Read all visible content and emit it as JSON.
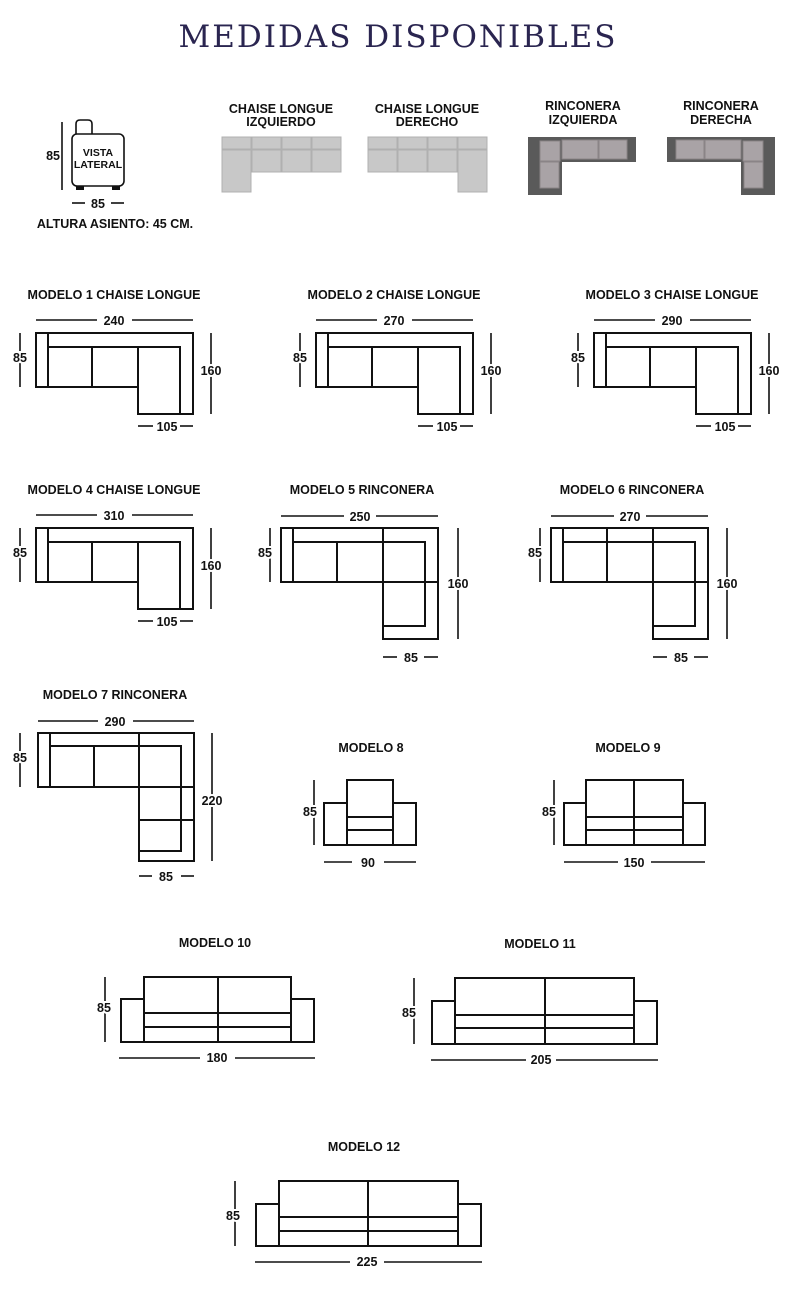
{
  "title": "MEDIDAS DISPONIBLES",
  "side_view": {
    "label_line1": "VISTA",
    "label_line2": "LATERAL",
    "height": "85",
    "depth": "85",
    "seat_height": "ALTURA ASIENTO: 45 CM."
  },
  "configs": [
    {
      "line1": "CHAISE LONGUE",
      "line2": "IZQUIERDO"
    },
    {
      "line1": "CHAISE LONGUE",
      "line2": "DERECHO"
    },
    {
      "line1": "RINCONERA",
      "line2": "IZQUIERDA"
    },
    {
      "line1": "RINCONERA",
      "line2": "DERECHA"
    }
  ],
  "models": [
    {
      "name": "MODELO 1 CHAISE LONGUE",
      "width": "240",
      "depth": "85",
      "length": "160",
      "chaise": "105"
    },
    {
      "name": "MODELO 2 CHAISE LONGUE",
      "width": "270",
      "depth": "85",
      "length": "160",
      "chaise": "105"
    },
    {
      "name": "MODELO 3 CHAISE LONGUE",
      "width": "290",
      "depth": "85",
      "length": "160",
      "chaise": "105"
    },
    {
      "name": "MODELO 4 CHAISE LONGUE",
      "width": "310",
      "depth": "85",
      "length": "160",
      "chaise": "105"
    },
    {
      "name": "MODELO 5 RINCONERA",
      "width": "250",
      "depth": "85",
      "length": "160",
      "chaise": "85"
    },
    {
      "name": "MODELO 6 RINCONERA",
      "width": "270",
      "depth": "85",
      "length": "160",
      "chaise": "85"
    },
    {
      "name": "MODELO 7 RINCONERA",
      "width": "290",
      "depth": "85",
      "length": "220",
      "chaise": "85"
    },
    {
      "name": "MODELO 8",
      "width": "90",
      "depth": "85"
    },
    {
      "name": "MODELO 9",
      "width": "150",
      "depth": "85"
    },
    {
      "name": "MODELO 10",
      "width": "180",
      "depth": "85"
    },
    {
      "name": "MODELO 11",
      "width": "205",
      "depth": "85"
    },
    {
      "name": "MODELO 12",
      "width": "225",
      "depth": "85"
    }
  ],
  "colors": {
    "title": "#2a2550",
    "line": "#111111",
    "cushion_light": "#c8c8c8",
    "cushion_dark": "#5a5a5a",
    "cushion_mid": "#a9a3a6"
  }
}
